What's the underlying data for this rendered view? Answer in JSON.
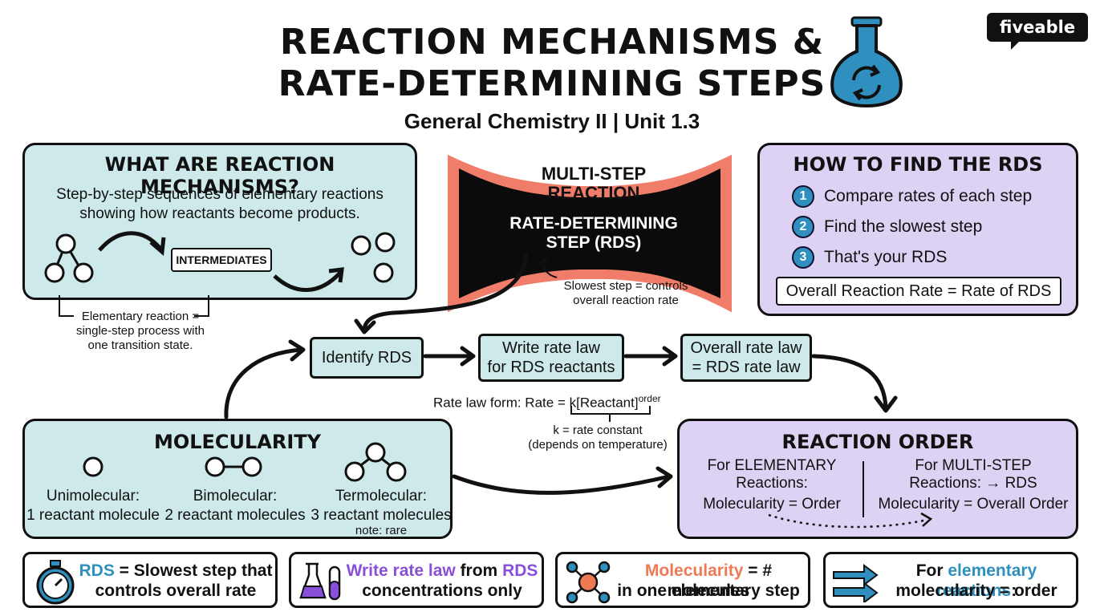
{
  "header": {
    "title_line1": "REACTION MECHANISMS &",
    "title_line2": "RATE-DETERMINING STEPS",
    "subtitle": "General Chemistry II | Unit 1.3",
    "logo": "fiveable"
  },
  "mechanisms": {
    "title": "WHAT ARE REACTION MECHANISMS?",
    "desc_line1": "Step-by-step sequences of elementary reactions",
    "desc_line2": "showing how reactants become products.",
    "intermediates": "INTERMEDIATES",
    "note_line1": "Elementary reaction =",
    "note_line2": "single-step process with",
    "note_line3": "one transition state."
  },
  "multistep": {
    "top_line1": "MULTI-STEP",
    "top_line2": "REACTION",
    "rds_line1": "RATE-DETERMINING",
    "rds_line2": "STEP (RDS)",
    "note_line1": "Slowest step = controls",
    "note_line2": "overall reaction rate"
  },
  "find_rds": {
    "title": "HOW TO FIND THE RDS",
    "steps": [
      {
        "num": "1",
        "text": "Compare rates of each step"
      },
      {
        "num": "2",
        "text": "Find the slowest step"
      },
      {
        "num": "3",
        "text": "That's your RDS"
      }
    ],
    "result": "Overall Reaction Rate = Rate of RDS"
  },
  "flow": {
    "identify": "Identify RDS",
    "write_line1": "Write rate law",
    "write_line2": "for RDS reactants",
    "overall_line1": "Overall rate law",
    "overall_line2": "= RDS rate law",
    "rate_law_prefix": "Rate law form: Rate = k[Reactant]",
    "rate_law_sup": "order",
    "k_line1": "k = rate constant",
    "k_line2": "(depends on temperature)"
  },
  "molecularity": {
    "title": "MOLECULARITY",
    "uni_line1": "Unimolecular:",
    "uni_line2": "1 reactant molecule",
    "bi_line1": "Bimolecular:",
    "bi_line2": "2 reactant molecules",
    "ter_line1": "Termolecular:",
    "ter_line2": "3 reactant molecules",
    "ter_note": "note: rare"
  },
  "order": {
    "title": "REACTION ORDER",
    "elem_line1": "For ELEMENTARY",
    "elem_line2": "Reactions:",
    "elem_line3": "Molecularity = Order",
    "multi_line1": "For MULTI-STEP",
    "multi_line2": "Reactions: → RDS",
    "multi_line3": "Molecularity = Overall Order"
  },
  "bottom": {
    "b1_hl": "RDS",
    "b1_rest": " = Slowest step that",
    "b1_line2": "controls overall rate",
    "b2_hl1": "Write rate law",
    "b2_mid": " from ",
    "b2_hl2": "RDS",
    "b2_line2": "concentrations only",
    "b3_hl": "Molecularity",
    "b3_rest": " = # molecules",
    "b3_line2": "in one elementary step",
    "b4_pre": "For ",
    "b4_hl": "elementary reactions",
    "b4_post": ":",
    "b4_line2": "molecularity = order"
  },
  "colors": {
    "teal": "#cde9e9",
    "lavender": "#ddd2f3",
    "blue": "#2f8fbf",
    "purple": "#8a4fd8",
    "orange": "#ee7a55",
    "salmon": "#f07d6a"
  },
  "icons": [
    "flask-icon",
    "stopwatch-icon",
    "beaker-icon",
    "molecule-icon",
    "arrows-icon"
  ]
}
